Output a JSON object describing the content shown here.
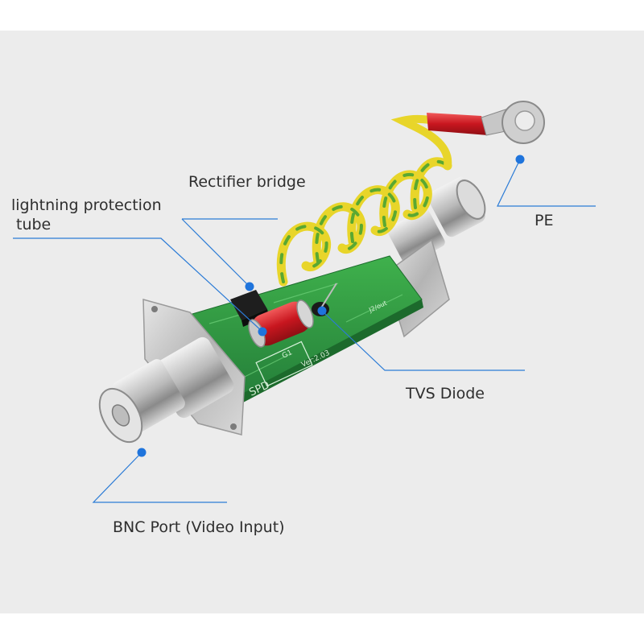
{
  "callouts": {
    "rectifier_bridge": "Rectifier bridge",
    "lightning_tube_line1": "lightning protection",
    "lightning_tube_line2": "tube",
    "pe": "PE",
    "tvs_diode": "TVS Diode",
    "bnc_port": "BNC Port (Video Input)"
  },
  "board_markings": {
    "spd": "SPD",
    "g1": "G1",
    "version": "Ver:2.03",
    "out": "J2/out"
  },
  "colors": {
    "background": "#ececec",
    "callout_line": "#2b7bd6",
    "callout_dot": "#1f74dc",
    "label_text": "#2e2e2e",
    "pcb": "#2f9b3e",
    "ground_wire_yellow": "#e9d62a",
    "ground_wire_green": "#5aa832",
    "terminal_red": "#d7232e",
    "metal": "#c4c4c4"
  }
}
